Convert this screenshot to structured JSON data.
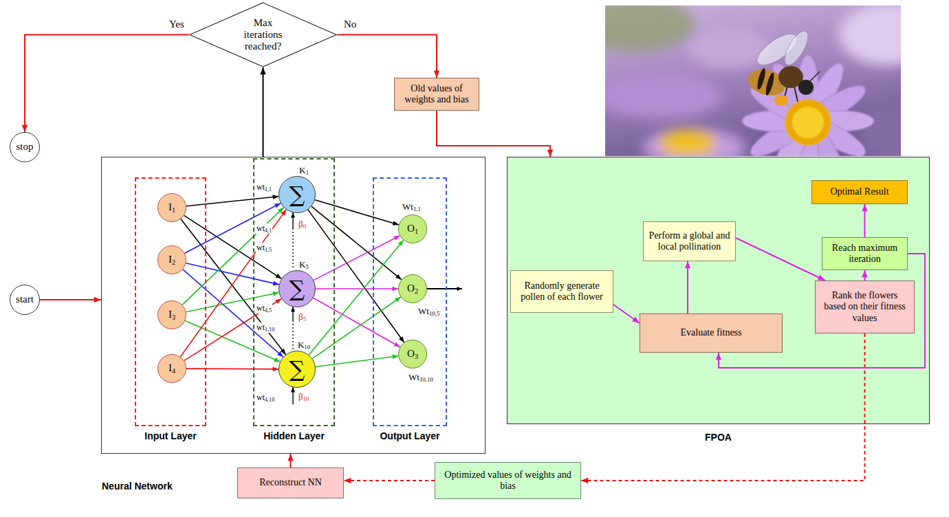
{
  "diagram": {
    "nodes": [
      {
        "text": [
          "Max iterations reached?"
        ]
      },
      {
        "text": [
          "stop"
        ]
      },
      {
        "text": [
          "Old values of weights and bias"
        ]
      },
      {
        "text": [
          "Neural Network"
        ]
      },
      {
        "text": [
          "Input Layer"
        ],
        "in": 3
      },
      {
        "text": [
          "I1"
        ],
        "in": 4
      },
      {
        "text": [
          "I2"
        ],
        "in": 4
      },
      {
        "text": [
          "I3"
        ],
        "in": 4
      },
      {
        "text": [
          "I4"
        ],
        "in": 4
      },
      {
        "text": [
          "Hidden Layer"
        ],
        "in": 3
      },
      {
        "text": [
          "K1",
          "∑"
        ],
        "in": 9
      },
      {
        "text": [
          "K5",
          "∑"
        ],
        "in": 9
      },
      {
        "text": [
          "K10",
          "∑"
        ],
        "in": 9
      },
      {
        "text": [
          "Output Layer"
        ],
        "in": 3
      },
      {
        "text": [
          "O1"
        ],
        "in": 13
      },
      {
        "text": [
          "O2"
        ],
        "in": 13
      },
      {
        "text": [
          "O3"
        ],
        "in": 13
      },
      {
        "text": [
          "start"
        ]
      },
      {
        "text": [
          "FPOA"
        ]
      },
      {
        "text": [
          "Optimal Result"
        ],
        "in": 18
      },
      {
        "text": [
          "Perform a global and local pollination"
        ],
        "in": 18
      },
      {
        "text": [
          "Reach maximum iteration"
        ],
        "in": 18
      },
      {
        "text": [
          "Randomly generate pollen of each flower"
        ],
        "in": 18
      },
      {
        "text": [
          "Rank the flowers based on their fitness values"
        ],
        "in": 18
      },
      {
        "text": [
          "Evaluate fitness"
        ],
        "in": 18
      },
      {
        "text": [
          "Optimized values of weights and bias"
        ]
      },
      {
        "text": [
          "Reconstruct NN"
        ]
      }
    ],
    "edges": [
      {
        "from": 17,
        "to": 3,
        "arrow": "to"
      },
      {
        "from": 3,
        "to": 0,
        "arrow": "to"
      },
      {
        "from": 0,
        "to": 1,
        "label": "Yes",
        "arrow": "to"
      },
      {
        "from": 0,
        "to": 2,
        "label": "No",
        "arrow": "to"
      },
      {
        "from": 2,
        "to": 18,
        "arrow": "to"
      },
      {
        "from": 26,
        "to": 3,
        "arrow": "to"
      },
      {
        "from": 23,
        "to": 25,
        "arrow": "to"
      },
      {
        "from": 25,
        "to": 26,
        "arrow": "to"
      },
      {
        "from": 22,
        "to": 24,
        "arrow": "to"
      },
      {
        "from": 24,
        "to": 20,
        "arrow": "to"
      },
      {
        "from": 20,
        "to": 23,
        "arrow": "to"
      },
      {
        "from": 23,
        "to": 21,
        "arrow": "to"
      },
      {
        "from": 21,
        "to": 19,
        "arrow": "to"
      },
      {
        "from": 21,
        "to": 24,
        "arrow": "to"
      },
      {
        "from": 5,
        "to": 10,
        "arrow": "to"
      },
      {
        "from": 5,
        "to": 11,
        "arrow": "to"
      },
      {
        "from": 5,
        "to": 12,
        "arrow": "to"
      },
      {
        "from": 6,
        "to": 10,
        "arrow": "to"
      },
      {
        "from": 6,
        "to": 11,
        "arrow": "to"
      },
      {
        "from": 6,
        "to": 12,
        "arrow": "to"
      },
      {
        "from": 7,
        "to": 10,
        "arrow": "to"
      },
      {
        "from": 7,
        "to": 11,
        "arrow": "to"
      },
      {
        "from": 7,
        "to": 12,
        "arrow": "to"
      },
      {
        "from": 8,
        "to": 10,
        "arrow": "to"
      },
      {
        "from": 8,
        "to": 11,
        "arrow": "to"
      },
      {
        "from": 8,
        "to": 12,
        "arrow": "to"
      },
      {
        "from": 10,
        "to": 14,
        "arrow": "to"
      },
      {
        "from": 10,
        "to": 15,
        "arrow": "to"
      },
      {
        "from": 10,
        "to": 16,
        "arrow": "to"
      },
      {
        "from": 11,
        "to": 14,
        "arrow": "to"
      },
      {
        "from": 11,
        "to": 15,
        "arrow": "to"
      },
      {
        "from": 11,
        "to": 16,
        "arrow": "to"
      },
      {
        "from": 12,
        "to": 14,
        "arrow": "to"
      },
      {
        "from": 12,
        "to": 15,
        "arrow": "to"
      },
      {
        "from": 12,
        "to": 16,
        "arrow": "to"
      }
    ],
    "labels": [
      "wt1,1",
      "wt4,1",
      "wt1,5",
      "wt4,5",
      "wt1,10",
      "wt4,10",
      "β0",
      "β5",
      "β10",
      "Wt1,1",
      "Wt10,5",
      "Wt10,10"
    ]
  }
}
